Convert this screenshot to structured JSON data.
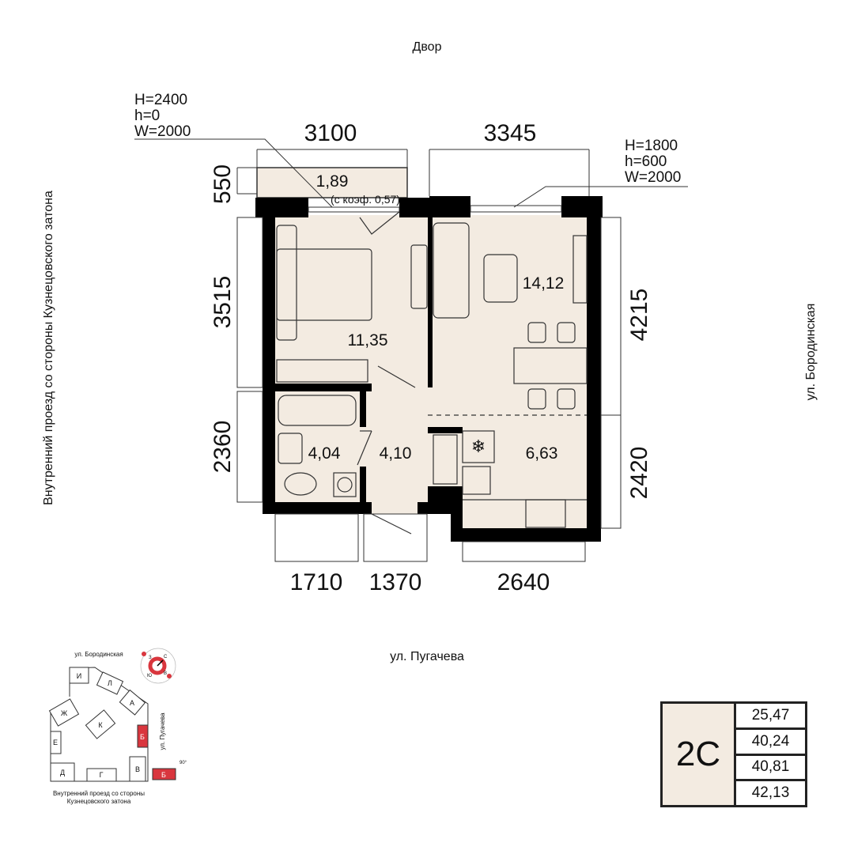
{
  "orientation": {
    "top": "Двор",
    "bottom": "ул. Пугачева",
    "left": "Внутренний проезд со стороны Кузнецовского затона",
    "right": "ул. Бородинская"
  },
  "windows": {
    "balcony_door": [
      "H=2400",
      "h=0",
      "W=2000"
    ],
    "living_window": [
      "H=1800",
      "h=600",
      "W=2000"
    ]
  },
  "dimensions": {
    "top": [
      "3100",
      "3345"
    ],
    "left": [
      "550",
      "3515",
      "2360"
    ],
    "right": [
      "4215",
      "2420"
    ],
    "bottom": [
      "1710",
      "1370",
      "2640"
    ]
  },
  "rooms": {
    "balcony": "1,89",
    "balcony_note": "(с коэф. 0,57)",
    "bedroom": "11,35",
    "living": "14,12",
    "bathroom": "4,04",
    "hall": "4,10",
    "kitchen": "6,63"
  },
  "site_plan": {
    "street_top": "ул. Бородинская",
    "street_right": "ул. Пугачева",
    "bottom_caption": [
      "Внутренний проезд со стороны",
      "Кузнецовского затона"
    ],
    "buildings": [
      "И",
      "Л",
      "А",
      "Ж",
      "К",
      "Б",
      "Е",
      "Д",
      "Г",
      "В",
      "Б"
    ],
    "compass": [
      "З",
      "С",
      "Ю",
      "В"
    ],
    "rotation": "90°",
    "highlight_color": "#d9363e"
  },
  "summary": {
    "type": "2С",
    "areas": [
      "25,47",
      "40,24",
      "40,81",
      "42,13"
    ]
  }
}
